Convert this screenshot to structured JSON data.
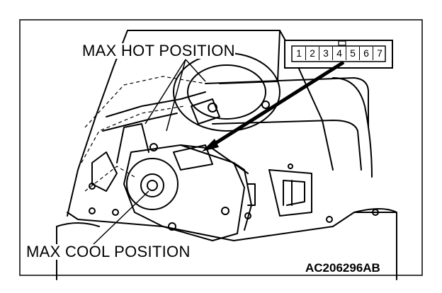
{
  "labels": {
    "max_hot": "MAX HOT POSITION",
    "max_cool": "MAX COOL POSITION",
    "figure_code": "AC206296AB"
  },
  "connector": {
    "pins": [
      "1",
      "2",
      "3",
      "4",
      "5",
      "6",
      "7"
    ]
  },
  "colors": {
    "line": "#000000",
    "background": "#ffffff"
  }
}
